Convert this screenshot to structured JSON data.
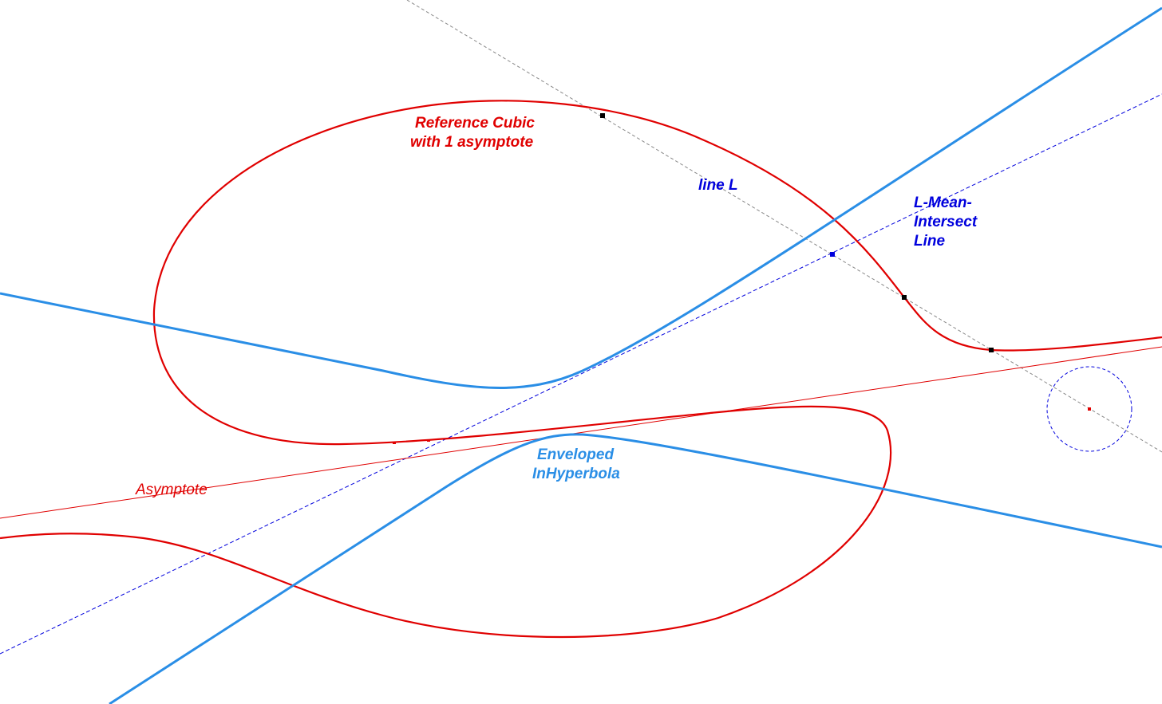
{
  "colors": {
    "cubic": "#e00000",
    "hyperbola": "#2a8ee6",
    "construction_blue": "#0000dd",
    "construction_gray": "#888888",
    "point_black": "#000000"
  },
  "labels": {
    "cubic_line1": "Reference Cubic",
    "cubic_line2": "with 1 asymptote",
    "line_l": "line L",
    "mean_line1": "L-Mean-",
    "mean_line2": "Intersect",
    "mean_line3": "Line",
    "hyperbola_line1": "Enveloped",
    "hyperbola_line2": "InHyperbola",
    "asymptote": "Asymptote"
  }
}
